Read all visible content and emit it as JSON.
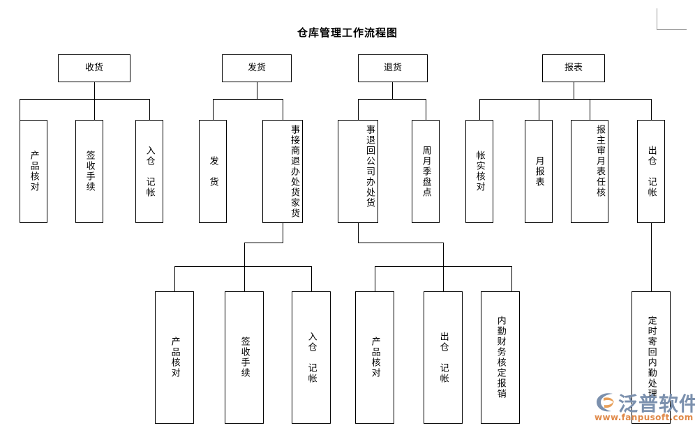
{
  "document": {
    "title": "仓库管理工作流程图"
  },
  "chart_data": {
    "type": "diagram",
    "title": "仓库管理工作流程图",
    "orientation": "top-down tree, 4 root branches",
    "nodes": [
      {
        "id": "n1",
        "label": "收货",
        "orient": "horizontal"
      },
      {
        "id": "n2",
        "label": "发货",
        "orient": "horizontal"
      },
      {
        "id": "n3",
        "label": "退货",
        "orient": "horizontal"
      },
      {
        "id": "n4",
        "label": "报表",
        "orient": "horizontal"
      },
      {
        "id": "n5",
        "label": "产品核对",
        "orient": "vertical"
      },
      {
        "id": "n6",
        "label": "签收手续",
        "orient": "vertical"
      },
      {
        "id": "n7",
        "label": "入仓　记帐",
        "orient": "vertical"
      },
      {
        "id": "n8",
        "label": "发　货",
        "orient": "vertical"
      },
      {
        "id": "n9",
        "label": "接商家退货事处办",
        "orient": "vertical-2col"
      },
      {
        "id": "n10",
        "label": "退回公司货事处办",
        "orient": "vertical-2col"
      },
      {
        "id": "n11",
        "label": "周月季盘点",
        "orient": "vertical"
      },
      {
        "id": "n12",
        "label": "帐实核对",
        "orient": "vertical"
      },
      {
        "id": "n13",
        "label": "月报表",
        "orient": "vertical"
      },
      {
        "id": "n14",
        "label": "月报表主任审核",
        "orient": "vertical-2col"
      },
      {
        "id": "n15",
        "label": "出仓　记帐",
        "orient": "vertical"
      },
      {
        "id": "n16",
        "label": "产品核对",
        "orient": "vertical"
      },
      {
        "id": "n17",
        "label": "签收手续",
        "orient": "vertical"
      },
      {
        "id": "n18",
        "label": "入仓　记帐",
        "orient": "vertical"
      },
      {
        "id": "n19",
        "label": "产品核对",
        "orient": "vertical"
      },
      {
        "id": "n20",
        "label": "出仓　记帐",
        "orient": "vertical"
      },
      {
        "id": "n21",
        "label": "内勤财务核定报销",
        "orient": "vertical"
      },
      {
        "id": "n22",
        "label": "定时寄回内勤处理",
        "orient": "vertical"
      }
    ],
    "edges": [
      {
        "from": "n1",
        "to": "n5"
      },
      {
        "from": "n1",
        "to": "n6"
      },
      {
        "from": "n1",
        "to": "n7"
      },
      {
        "from": "n2",
        "to": "n8"
      },
      {
        "from": "n2",
        "to": "n9"
      },
      {
        "from": "n3",
        "to": "n10"
      },
      {
        "from": "n3",
        "to": "n11"
      },
      {
        "from": "n4",
        "to": "n12"
      },
      {
        "from": "n4",
        "to": "n13"
      },
      {
        "from": "n4",
        "to": "n14"
      },
      {
        "from": "n4",
        "to": "n15"
      },
      {
        "from": "n9",
        "to": "n16"
      },
      {
        "from": "n9",
        "to": "n17"
      },
      {
        "from": "n9",
        "to": "n18"
      },
      {
        "from": "n10",
        "to": "n19"
      },
      {
        "from": "n10",
        "to": "n20"
      },
      {
        "from": "n10",
        "to": "n21"
      },
      {
        "from": "n15",
        "to": "n22"
      }
    ]
  },
  "nodes": {
    "receive_root": "收货",
    "ship_root": "发货",
    "return_root": "退货",
    "report_root": "报表",
    "r_check": "产品核对",
    "r_sign": "签收手续",
    "r_instock": "入仓　记帐",
    "s_ship": "发　货",
    "s_merchant_return_col_right": "事接商退",
    "s_merchant_return_col_left": "办处货家货",
    "t_return_company_col_right": "事退回公司",
    "t_return_company_col_left": "办处货",
    "t_inventory": "周月季盘点",
    "rep_account_check": "帐实核对",
    "rep_monthly": "月报表",
    "rep_approve_col_right": "报主审",
    "rep_approve_col_left": "月表任核",
    "rep_outstock": "出仓　记帐",
    "b1_check": "产品核对",
    "b1_sign": "签收手续",
    "b1_instock": "入仓　记帐",
    "b2_check": "产品核对",
    "b2_outstock": "出仓　记帐",
    "b2_reimburse": "内勤财务核定报销",
    "b3_mail_back": "定时寄回内勤处理"
  },
  "watermark": {
    "brand": "泛普软件",
    "url": "www.fanpusoft.com",
    "brand_color": "#7b90ad",
    "url_color": "#e08a4a",
    "accent_color": "#e8a05a"
  }
}
